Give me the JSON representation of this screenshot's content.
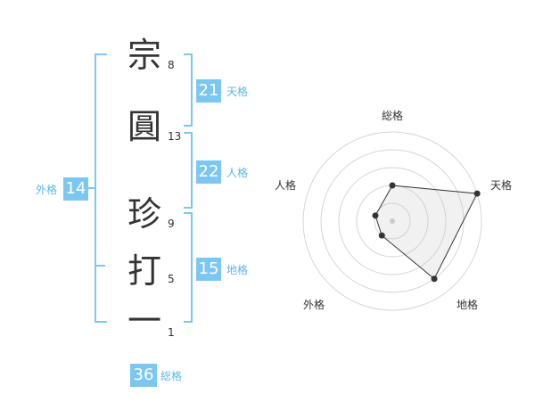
{
  "name_chars": [
    {
      "char": "宗",
      "strokes": "8"
    },
    {
      "char": "圓",
      "strokes": "13"
    },
    {
      "char": "珍",
      "strokes": "9"
    },
    {
      "char": "打",
      "strokes": "5"
    },
    {
      "char": "一",
      "strokes": "1"
    }
  ],
  "fortune": {
    "tenkaku": {
      "value": "21",
      "label": "天格"
    },
    "jinkaku": {
      "value": "22",
      "label": "人格"
    },
    "chikaku": {
      "value": "15",
      "label": "地格"
    },
    "gaikaku": {
      "value": "14",
      "label": "外格"
    },
    "soukaku": {
      "value": "36",
      "label": "総格"
    }
  },
  "colors": {
    "accent": "#7cc7f2",
    "label": "#5bb6ea",
    "text": "#333333"
  },
  "chart_data": {
    "type": "radar",
    "axes": [
      "総格",
      "天格",
      "地格",
      "外格",
      "人格"
    ],
    "values": [
      2,
      5,
      4,
      1,
      1
    ],
    "max": 5,
    "rings": 5
  }
}
